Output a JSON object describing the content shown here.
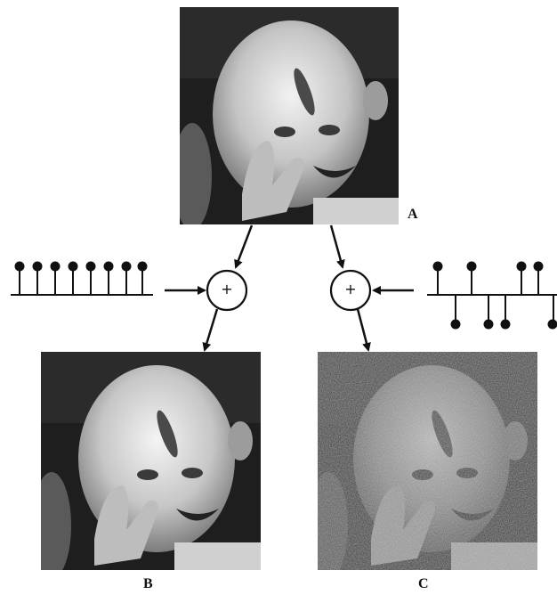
{
  "figure": {
    "labels": {
      "a": "A",
      "b": "B",
      "c": "C"
    },
    "adders": {
      "symbol": "+"
    },
    "pulse_trains": {
      "constant": {
        "description_values": [
          1,
          1,
          1,
          1,
          1,
          1,
          1,
          1
        ]
      },
      "random_sign": {
        "description_values": [
          1,
          -1,
          1,
          -1,
          -1,
          1,
          1,
          -1
        ]
      }
    }
  },
  "colors": {
    "ink": "#111111",
    "photo_dark": "#1e1e1e",
    "photo_light": "#d8d8d8"
  }
}
